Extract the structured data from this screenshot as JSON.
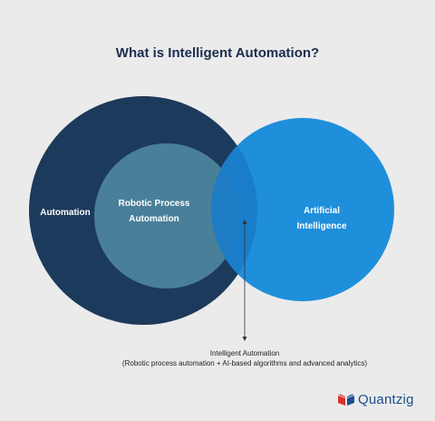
{
  "title": "What is Intelligent Automation?",
  "venn": {
    "automation": {
      "label": "Automation",
      "color": "#1c3a5b"
    },
    "rpa": {
      "label_lines": [
        "Robotic Process",
        "Automation"
      ],
      "color": "#4a7f99"
    },
    "ai": {
      "label_lines": [
        "Artificial",
        "Intelligence"
      ],
      "color": "#1f8fdc"
    },
    "overlap_color": "#1a7cc8"
  },
  "caption": {
    "line1": "Intelligent Automation",
    "line2": "(Robotic process automation + AI-based algorithms and advanced analytics)"
  },
  "logo": {
    "text": "Quantzig",
    "icon": "book-logo-icon",
    "colors": [
      "#d9342b",
      "#1a4f8e"
    ]
  }
}
